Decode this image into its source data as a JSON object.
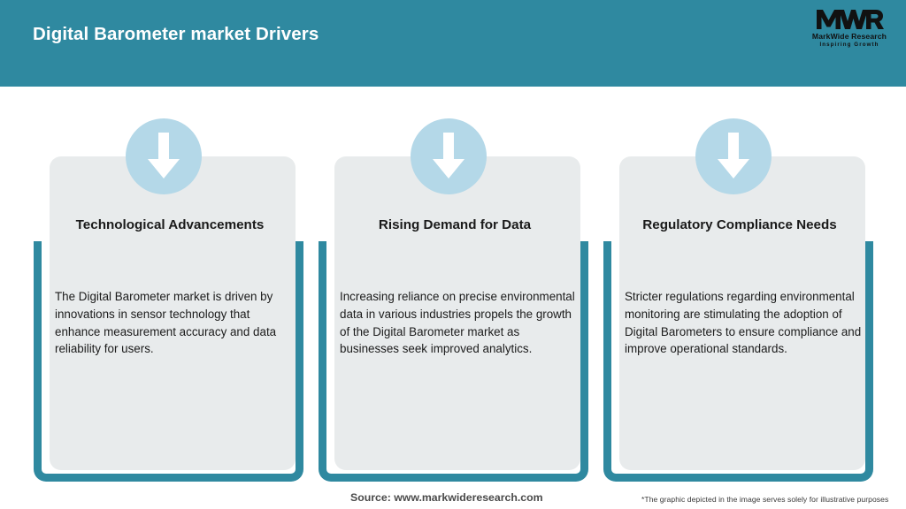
{
  "header": {
    "title": "Digital Barometer market Drivers",
    "background_color": "#2f89a0",
    "title_color": "#ffffff"
  },
  "logo": {
    "monogram": "MWR",
    "name": "MarkWide Research",
    "tagline": "Inspiring Growth",
    "icon": "mwr-logo-icon"
  },
  "drivers": [
    {
      "icon": "down-arrow-icon",
      "title": "Technological Advancements",
      "body": "The Digital Barometer market is driven by innovations in sensor technology that enhance measurement accuracy and data reliability for users."
    },
    {
      "icon": "down-arrow-icon",
      "title": "Rising Demand for Data",
      "body": "Increasing reliance on precise environmental data in various industries propels the growth of the Digital Barometer market as businesses seek improved analytics."
    },
    {
      "icon": "down-arrow-icon",
      "title": "Regulatory Compliance Needs",
      "body": "Stricter regulations regarding environmental monitoring are stimulating the adoption of Digital Barometers to ensure compliance and improve operational standards."
    }
  ],
  "footer": {
    "source": "Source: www.markwideresearch.com",
    "disclaimer": "*The graphic depicted in the image serves solely for illustrative purposes"
  },
  "colors": {
    "teal": "#2f89a0",
    "badge_blue": "#b4d8e8",
    "panel_grey": "#e8ebec",
    "page_background": "#ffffff"
  }
}
